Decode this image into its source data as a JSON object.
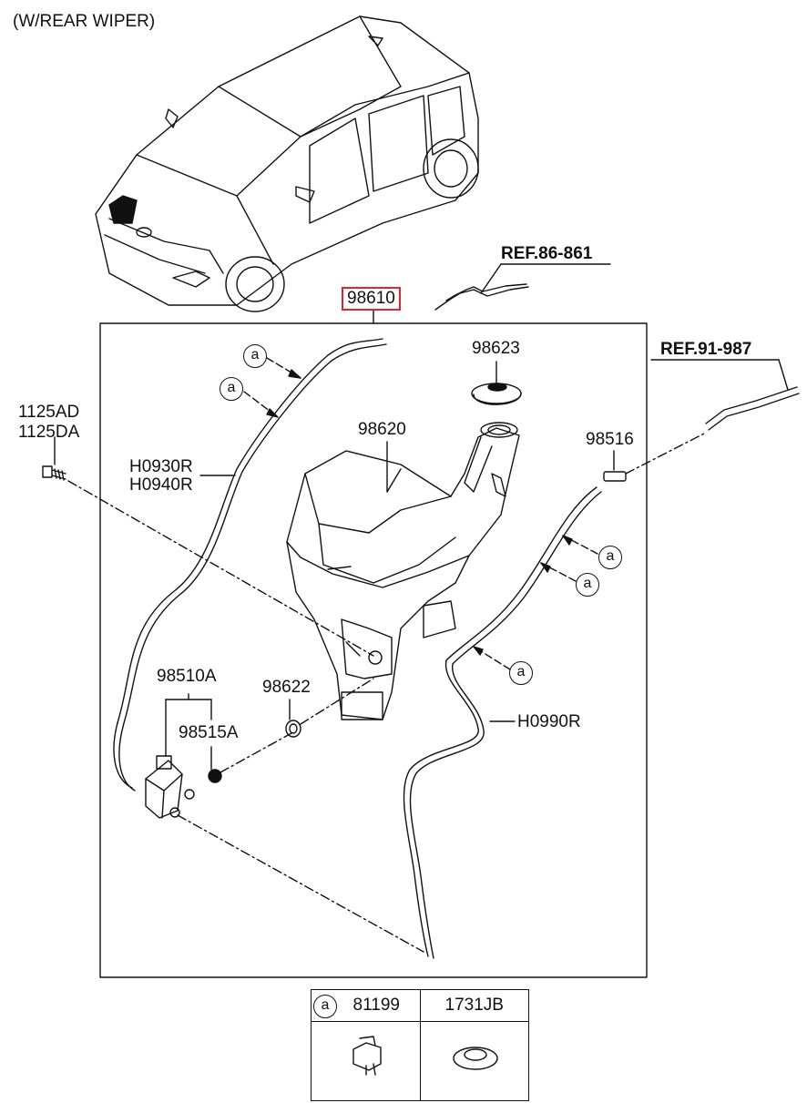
{
  "header": {
    "title": "(W/REAR WIPER)"
  },
  "parts": {
    "assembly": "98610",
    "cap": "98623",
    "reservoir": "98620",
    "bolt_1": "1125AD",
    "bolt_2": "1125DA",
    "hose_1": "H0930R",
    "hose_2": "H0940R",
    "pump": "98510A",
    "grommet": "98622",
    "filter": "98515A",
    "connector": "98516",
    "hose_rear": "H0990R"
  },
  "references": {
    "ref_1": "REF.86-861",
    "ref_2": "REF.91-987"
  },
  "callout_letter": "a",
  "legend": {
    "key": "a",
    "col_1": "81199",
    "col_2": "1731JB"
  },
  "colors": {
    "highlight": "#e0262a",
    "line": "#111111"
  }
}
